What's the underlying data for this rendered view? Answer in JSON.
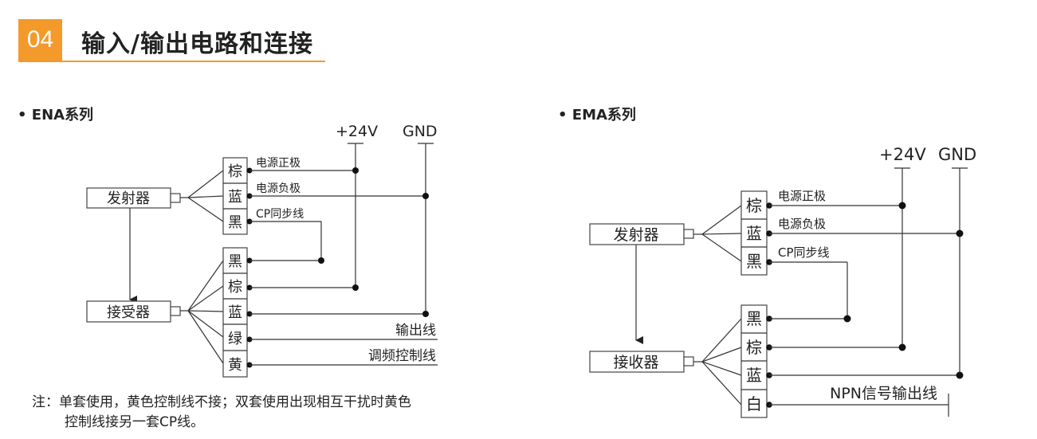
{
  "header": {
    "number": "04",
    "title": "输入/输出电路和连接"
  },
  "ena": {
    "title": "• ENA系列",
    "vcc": "+24V",
    "gnd": "GND",
    "emitter": "发射器",
    "receiver": "接受器",
    "emitter_wires": [
      "棕",
      "蓝",
      "黑"
    ],
    "emitter_wire_labels": [
      "电源正极",
      "电源负极",
      "CP同步线"
    ],
    "receiver_wires": [
      "黑",
      "棕",
      "蓝",
      "绿",
      "黄"
    ],
    "receiver_wire_labels": [
      "输出线",
      "调频控制线"
    ],
    "note_line1": "注：单套使用，黄色控制线不接；双套使用出现相互干扰时黄色",
    "note_line2": "控制线接另一套CP线。"
  },
  "ema": {
    "title": "• EMA系列",
    "vcc": "+24V",
    "gnd": "GND",
    "emitter": "发射器",
    "receiver": "接收器",
    "emitter_wires": [
      "棕",
      "蓝",
      "黑"
    ],
    "emitter_wire_labels": [
      "电源正极",
      "电源负极",
      "CP同步线"
    ],
    "receiver_wires": [
      "黑",
      "棕",
      "蓝",
      "白"
    ],
    "receiver_wire_labels": [
      "NPN信号输出线"
    ]
  }
}
